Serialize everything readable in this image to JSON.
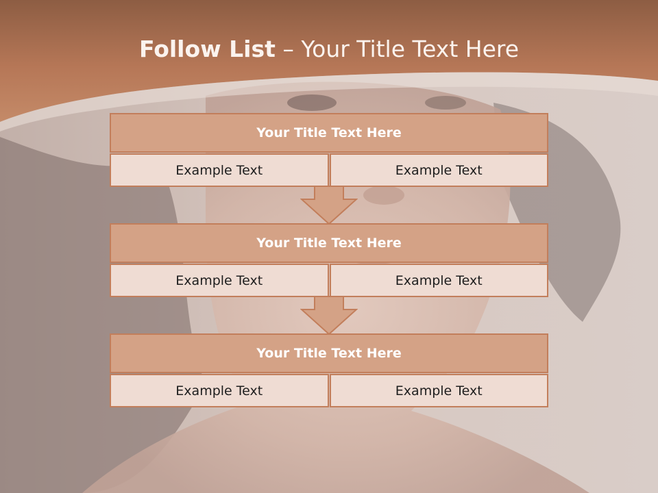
{
  "slide": {
    "title_bold": "Follow List",
    "title_rest": " – Your Title Text Here"
  },
  "blocks": [
    {
      "title": "Your Title Text Here",
      "left": "Example Text",
      "right": "Example Text"
    },
    {
      "title": "Your Title Text Here",
      "left": "Example Text",
      "right": "Example Text"
    },
    {
      "title": "Your Title Text Here",
      "left": "Example Text",
      "right": "Example Text"
    }
  ],
  "colors": {
    "header": "#b8795a",
    "block_title_fill": "#d4a286",
    "block_cell_fill": "#efdcd3",
    "border": "#c27e5b",
    "arrow": "#d4a286"
  }
}
